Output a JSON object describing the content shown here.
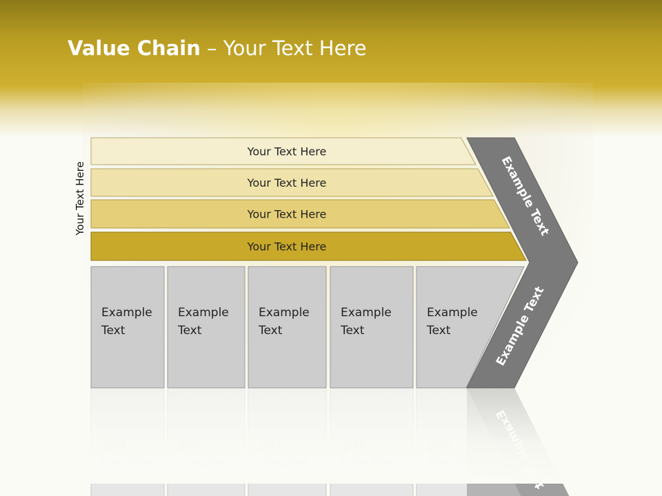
{
  "title": {
    "bold": "Value Chain",
    "rest": " – Your Text Here"
  },
  "side_label": "Your Text Here",
  "support_rows": [
    {
      "label": "Your Text Here",
      "color": "#f5efcf"
    },
    {
      "label": "Your Text Here",
      "color": "#efe3ab"
    },
    {
      "label": "Your Text Here",
      "color": "#e5cf78"
    },
    {
      "label": "Your Text Here",
      "color": "#c9a92a"
    }
  ],
  "primary_boxes": [
    {
      "line1": "Example",
      "line2": "Text"
    },
    {
      "line1": "Example",
      "line2": "Text"
    },
    {
      "line1": "Example",
      "line2": "Text"
    },
    {
      "line1": "Example",
      "line2": "Text"
    },
    {
      "line1": "Example",
      "line2": "Text"
    }
  ],
  "chevron": {
    "upper": "Example Text",
    "lower": "Example Text",
    "color": "#7a7a7a"
  },
  "colors": {
    "box_fill": "#cdcdcd",
    "box_stroke": "#9a9a9a"
  }
}
